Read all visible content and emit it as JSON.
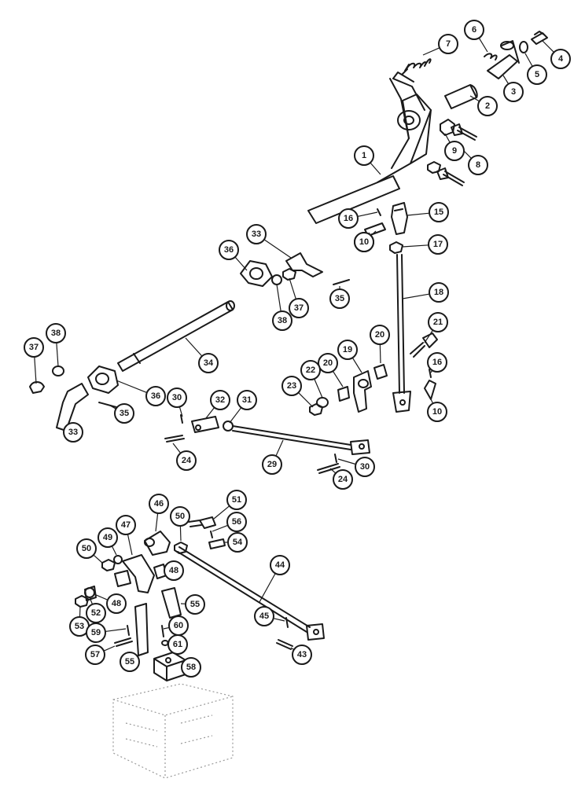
{
  "colors": {
    "ink": "#1a1a1a",
    "paper": "#ffffff"
  },
  "callouts": [
    {
      "label": "1"
    },
    {
      "label": "2"
    },
    {
      "label": "3"
    },
    {
      "label": "4"
    },
    {
      "label": "5"
    },
    {
      "label": "6"
    },
    {
      "label": "7"
    },
    {
      "label": "8"
    },
    {
      "label": "9"
    },
    {
      "label": "10"
    },
    {
      "label": "15"
    },
    {
      "label": "16"
    },
    {
      "label": "10"
    },
    {
      "label": "17"
    },
    {
      "label": "18"
    },
    {
      "label": "33"
    },
    {
      "label": "36"
    },
    {
      "label": "35"
    },
    {
      "label": "37"
    },
    {
      "label": "38"
    },
    {
      "label": "37"
    },
    {
      "label": "38"
    },
    {
      "label": "34"
    },
    {
      "label": "36"
    },
    {
      "label": "35"
    },
    {
      "label": "33"
    },
    {
      "label": "21"
    },
    {
      "label": "20"
    },
    {
      "label": "20"
    },
    {
      "label": "19"
    },
    {
      "label": "22"
    },
    {
      "label": "23"
    },
    {
      "label": "16"
    },
    {
      "label": "10"
    },
    {
      "label": "30"
    },
    {
      "label": "32"
    },
    {
      "label": "31"
    },
    {
      "label": "24"
    },
    {
      "label": "29"
    },
    {
      "label": "30"
    },
    {
      "label": "24"
    },
    {
      "label": "46"
    },
    {
      "label": "50"
    },
    {
      "label": "51"
    },
    {
      "label": "56"
    },
    {
      "label": "54"
    },
    {
      "label": "47"
    },
    {
      "label": "49"
    },
    {
      "label": "50"
    },
    {
      "label": "48"
    },
    {
      "label": "44"
    },
    {
      "label": "48"
    },
    {
      "label": "52"
    },
    {
      "label": "53"
    },
    {
      "label": "55"
    },
    {
      "label": "45"
    },
    {
      "label": "59"
    },
    {
      "label": "60"
    },
    {
      "label": "61"
    },
    {
      "label": "57"
    },
    {
      "label": "55"
    },
    {
      "label": "58"
    },
    {
      "label": "43"
    }
  ]
}
